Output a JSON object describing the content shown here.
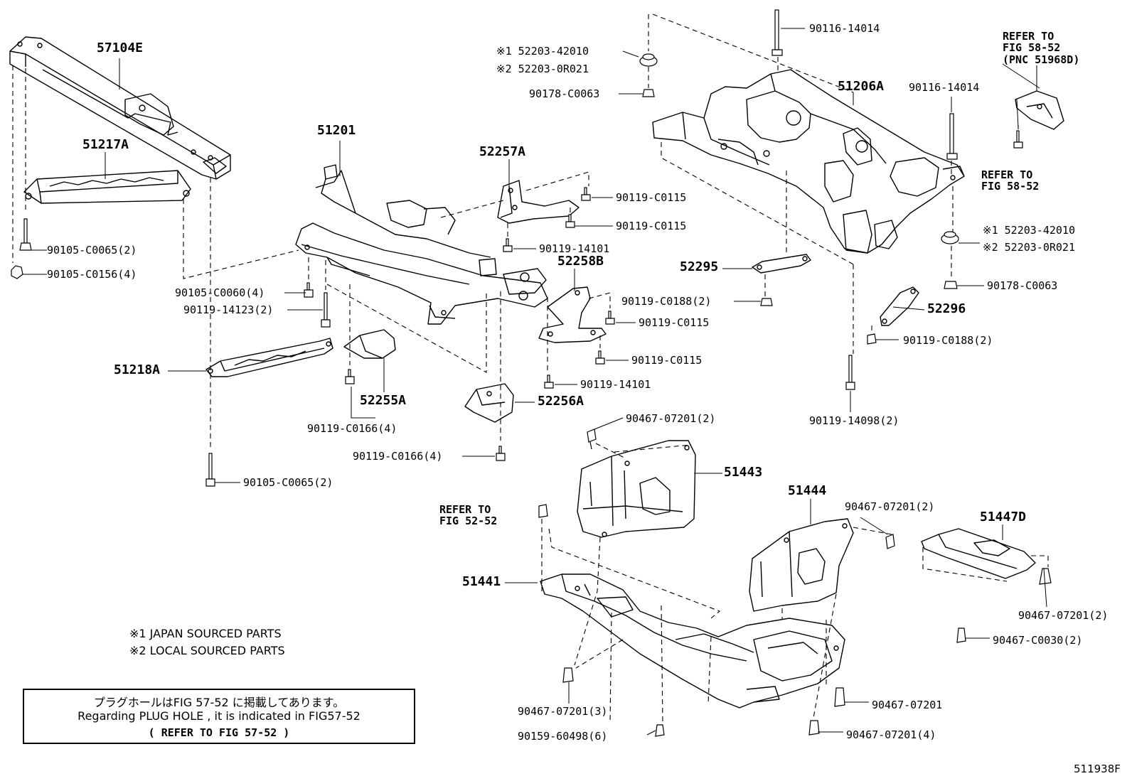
{
  "diagram_id": "511938F",
  "legend": {
    "note1": "※1 JAPAN SOURCED PARTS",
    "note2": "※2 LOCAL SOURCED PARTS"
  },
  "notice": {
    "line_jp": "プラグホールはFIG 57-52 に掲載してあります。",
    "line_en": "Regarding PLUG HOLE , it is indicated in FIG57-52",
    "line_ref": "(      REFER TO FIG 57-52        )"
  },
  "parts": {
    "p57104E": "57104E",
    "p51217A": "51217A",
    "p51201": "51201",
    "p52257A": "52257A",
    "p52258B": "52258B",
    "p51218A": "51218A",
    "p52255A": "52255A",
    "p52256A": "52256A",
    "p51206A": "51206A",
    "p52295": "52295",
    "p52296": "52296",
    "p51443": "51443",
    "p51444": "51444",
    "p51447D": "51447D",
    "p51441": "51441"
  },
  "fasteners": {
    "f_90105_C0065_a": "90105-C0065(2)",
    "f_90105_C0156": "90105-C0156(4)",
    "f_90105_C0060": "90105-C0060(4)",
    "f_90119_14123": "90119-14123(2)",
    "f_90105_C0065_b": "90105-C0065(2)",
    "f_90119_C0166_a": "90119-C0166(4)",
    "f_90119_C0166_b": "90119-C0166(4)",
    "f_52203_42010_a": "※1 52203-42010",
    "f_52203_0R021_a": "※2 52203-0R021",
    "f_90178_C0063_a": "90178-C0063",
    "f_90119_C0115_a": "90119-C0115",
    "f_90119_C0115_b": "90119-C0115",
    "f_90119_14101_a": "90119-14101",
    "f_90119_C0188_a": "90119-C0188(2)",
    "f_90119_C0115_c": "90119-C0115",
    "f_90119_C0115_d": "90119-C0115",
    "f_90119_14101_b": "90119-14101",
    "f_90116_14014_a": "90116-14014",
    "f_90116_14014_b": "90116-14014",
    "f_52203_42010_b": "※1 52203-42010",
    "f_52203_0R021_b": "※2 52203-0R021",
    "f_90178_C0063_b": "90178-C0063",
    "f_90119_C0188_b": "90119-C0188(2)",
    "f_90119_14098": "90119-14098(2)",
    "f_90467_07201_a": "90467-07201(2)",
    "f_90467_07201_b": "90467-07201(2)",
    "f_90467_07201_c": "90467-07201(2)",
    "f_90467_C0030": "90467-C0030(2)",
    "f_90467_07201_d": "90467-07201",
    "f_90467_07201_e": "90467-07201(4)",
    "f_90467_07201_f": "90467-07201(3)",
    "f_90159_60498": "90159-60498(6)"
  },
  "references": {
    "r58_top_1": "REFER TO",
    "r58_top_2": "FIG 58-52",
    "r58_top_3": "(PNC 51968D)",
    "r58_mid_1": "REFER TO",
    "r58_mid_2": "FIG 58-52",
    "r52_1": "REFER TO",
    "r52_2": "FIG 52-52"
  }
}
